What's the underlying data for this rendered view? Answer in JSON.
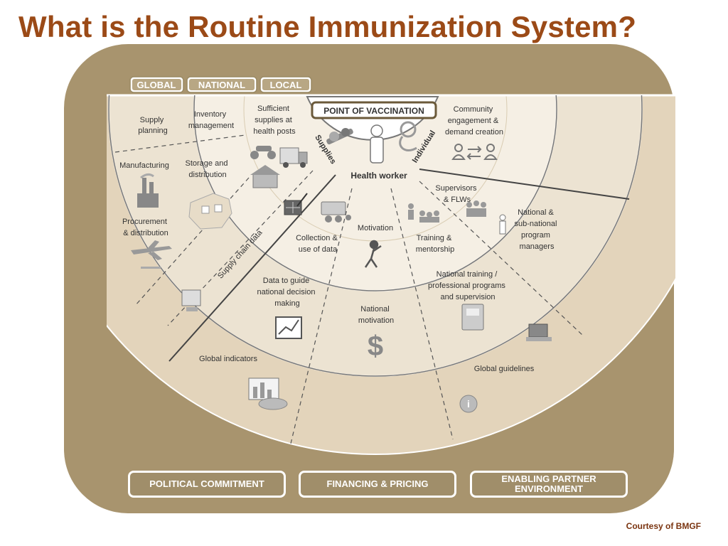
{
  "title": "What is the Routine Immunization System?",
  "credit": "Courtesy of BMGF",
  "levels": {
    "global": "GLOBAL",
    "national": "NATIONAL",
    "local": "LOCAL"
  },
  "center": {
    "heading": "POINT OF VACCINATION",
    "supplies": "Supplies",
    "individual": "Individual",
    "health_worker": "Health worker"
  },
  "labels": {
    "supply_planning": [
      "Supply",
      "planning"
    ],
    "inventory_management": [
      "Inventory",
      "management"
    ],
    "sufficient_supplies": [
      "Sufficient",
      "supplies at",
      "health posts"
    ],
    "community_engagement": [
      "Community",
      "engagement &",
      "demand creation"
    ],
    "manufacturing": "Manufacturing",
    "storage_distribution": [
      "Storage and",
      "distribution"
    ],
    "procurement_distribution": [
      "Procurement",
      "& distribution"
    ],
    "supervisors_flws": [
      "Supervisors",
      "& FLWs"
    ],
    "national_managers": [
      "National &",
      "sub-national",
      "program",
      "managers"
    ],
    "collection_data": [
      "Collection &",
      "use of data"
    ],
    "motivation": "Motivation",
    "training_mentorship": [
      "Training &",
      "mentorship"
    ],
    "supply_chain_data": "Supply chain data",
    "data_guide": [
      "Data to guide",
      "national decision",
      "making"
    ],
    "national_motivation": [
      "National",
      "motivation"
    ],
    "national_training": [
      "National training /",
      "professional programs",
      "and supervision"
    ],
    "global_indicators": "Global indicators",
    "global_guidelines": "Global guidelines"
  },
  "bottom_buttons": {
    "political": "POLITICAL COMMITMENT",
    "financing": "FINANCING & PRICING",
    "enabling": [
      "ENABLING PARTNER",
      "ENVIRONMENT"
    ]
  },
  "colors": {
    "title": "#9b4a17",
    "frame": "#a8946e",
    "ring_outer": "#e3d4bb",
    "ring_national": "#ece3d2",
    "ring_local": "#f5efe4",
    "center": "#ffffff"
  },
  "icons": [
    "syringe-icon",
    "person-icon",
    "baby-icon",
    "motorcycle-icon",
    "truck-icon",
    "house-icon",
    "people-exchange-icon",
    "factory-icon",
    "map-icon",
    "plane-icon",
    "computer-icon",
    "clipboard-icon",
    "chart-icon",
    "dollar-icon",
    "book-icon",
    "laptop-icon",
    "info-icon",
    "group-icon",
    "worker-icon"
  ]
}
